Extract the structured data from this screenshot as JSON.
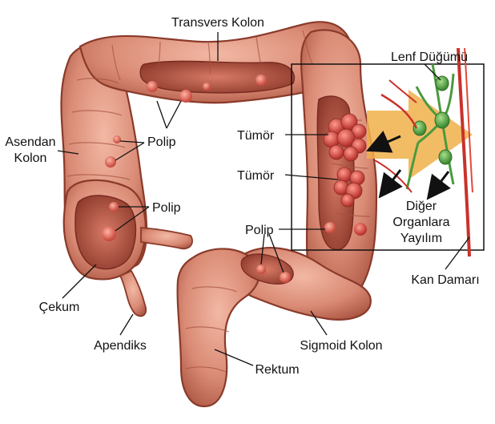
{
  "labels": {
    "transverse_colon": "Transvers Kolon",
    "lymph_node": "Lenf Düğümü",
    "ascending_colon_line1": "Asendan",
    "ascending_colon_line2": "Kolon",
    "polyp": "Polip",
    "tumor": "Tümör",
    "spread_line1": "Diğer",
    "spread_line2": "Organlara",
    "spread_line3": "Yayılım",
    "cecum": "Çekum",
    "appendix": "Apendiks",
    "blood_vessel": "Kan Damarı",
    "sigmoid_colon": "Sigmoid Kolon",
    "rectum": "Rektum"
  },
  "colors": {
    "colon_outer": "#d98a74",
    "colon_inner": "#b85a48",
    "polyp": "#e2685a",
    "tumor": "#e85a55",
    "lymph_node": "#5aa64a",
    "blood_vessel": "#c8322a",
    "spread_arrow": "#f0b04a"
  }
}
